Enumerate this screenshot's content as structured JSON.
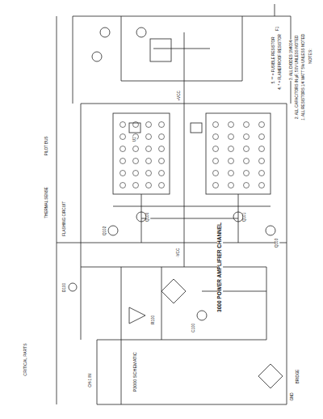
{
  "diagram": {
    "title": "3000 POWER AMPLIFIER CHANNEL",
    "labels": [
      "NOTES:",
      "1. ALL RESISTORS 1/4 WATT 5% UNLESS NOTED",
      "2. ALL CAPACITORS IN µF, 50V UNLESS NOTED",
      "3. ALL DIODES 1N4004",
      "4. * = FLAMEPROOF RESISTOR",
      "5. ** = FUSIBLE RESISTOR",
      "CRITICAL PARTS",
      "THERMAL SENSE",
      "FLASHING CIRCUIT",
      "PILOT BUS",
      "+VCC",
      "-VCC",
      "CH-1 IN",
      "GND",
      "BRIDGE",
      "U1",
      "Q100",
      "Q101",
      "Q102",
      "Q103",
      "R100",
      "C100",
      "D100",
      "F1",
      "P3000 SCHEMATIC"
    ]
  }
}
